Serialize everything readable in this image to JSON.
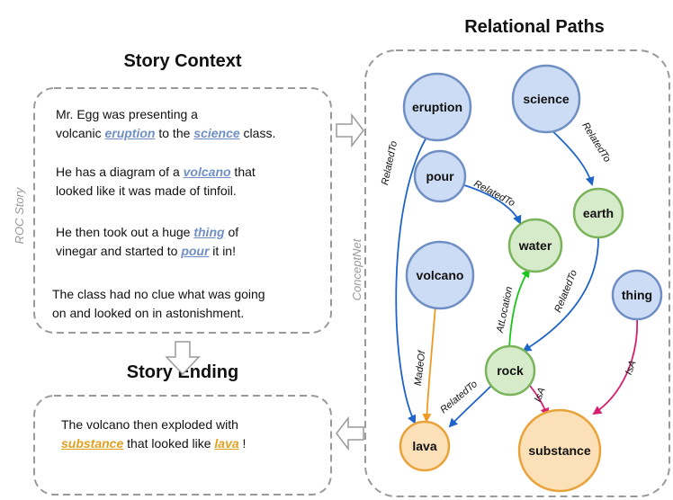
{
  "titles": {
    "relational_paths": "Relational Paths",
    "story_context": "Story Context",
    "story_ending": "Story Ending"
  },
  "side_labels": {
    "roc_story": "ROC Story",
    "conceptnet": "ConceptNet"
  },
  "story": {
    "s1": {
      "a": "Mr. Egg was presenting a",
      "b": "volcanic ",
      "k1": "eruption",
      "c": " to the ",
      "k2": "science",
      "d": " class."
    },
    "s2": {
      "a": "He has a diagram of a ",
      "k1": "volcano",
      "b": " that",
      "c": "looked like it was made of tinfoil."
    },
    "s3": {
      "a": "He then took out a huge ",
      "k1": "thing",
      "b": " of",
      "c": "vinegar and started to ",
      "k2": "pour",
      "d": " it in!"
    },
    "s4": {
      "a": "The class had no clue what was going",
      "b": "on and looked on in astonishment."
    }
  },
  "ending": {
    "a": "The volcano then exploded with",
    "k1": "substance",
    "b": " that looked like ",
    "k2": "lava",
    "c": " !"
  },
  "colors": {
    "blue_fill": "#cddcf5",
    "blue_stroke": "#6f8fc4",
    "green_fill": "#d5ebc9",
    "green_stroke": "#7ab35a",
    "orange_fill": "#fbe0b8",
    "orange_stroke": "#e8a33a",
    "edge_blue": "#1f64c8",
    "edge_green": "#1bc41b",
    "edge_orange": "#f09a24",
    "edge_magenta": "#d6206e"
  },
  "nodes": [
    {
      "id": "eruption",
      "label": "eruption",
      "kind": "blue"
    },
    {
      "id": "science",
      "label": "science",
      "kind": "blue"
    },
    {
      "id": "pour",
      "label": "pour",
      "kind": "blue"
    },
    {
      "id": "earth",
      "label": "earth",
      "kind": "green"
    },
    {
      "id": "water",
      "label": "water",
      "kind": "green"
    },
    {
      "id": "volcano",
      "label": "volcano",
      "kind": "blue"
    },
    {
      "id": "thing",
      "label": "thing",
      "kind": "blue"
    },
    {
      "id": "rock",
      "label": "rock",
      "kind": "green"
    },
    {
      "id": "lava",
      "label": "lava",
      "kind": "orange"
    },
    {
      "id": "substance",
      "label": "substance",
      "kind": "orange"
    }
  ],
  "edges": [
    {
      "from": "eruption",
      "to": "lava",
      "label": "RelatedTo",
      "color": "blue"
    },
    {
      "from": "science",
      "to": "earth",
      "label": "RelatedTo",
      "color": "blue"
    },
    {
      "from": "pour",
      "to": "water",
      "label": "RelatedTo",
      "color": "blue"
    },
    {
      "from": "earth",
      "to": "rock",
      "label": "RelatedTo",
      "color": "blue"
    },
    {
      "from": "rock",
      "to": "water",
      "label": "AtLocation",
      "color": "green"
    },
    {
      "from": "volcano",
      "to": "lava",
      "label": "MadeOf",
      "color": "orange"
    },
    {
      "from": "rock",
      "to": "lava",
      "label": "RelatedTo",
      "color": "blue"
    },
    {
      "from": "rock",
      "to": "substance",
      "label": "IsA",
      "color": "magenta"
    },
    {
      "from": "thing",
      "to": "substance",
      "label": "IsA",
      "color": "magenta"
    }
  ]
}
